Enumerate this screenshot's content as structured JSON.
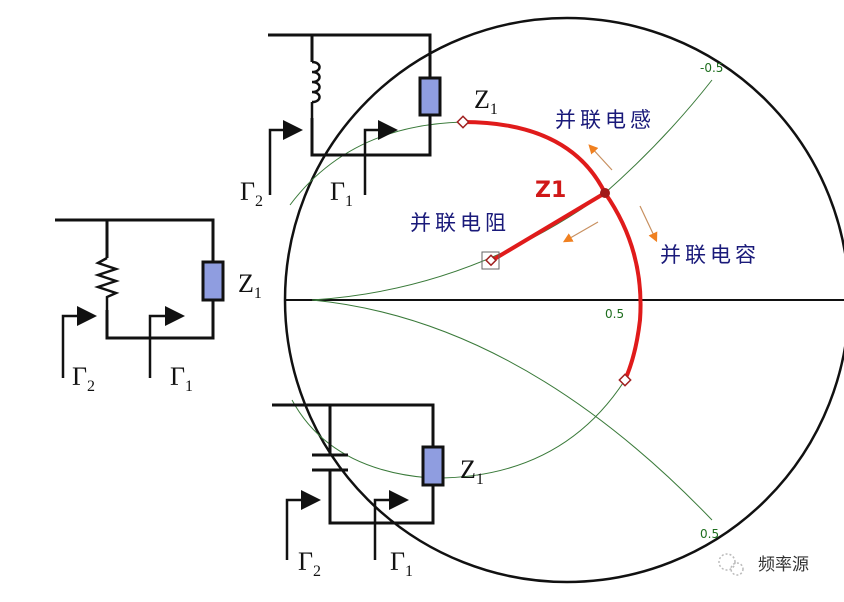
{
  "chart": {
    "ticks": {
      "top_right": "-0.5",
      "center_right": "0.5",
      "bottom_right": "0.5"
    },
    "point_label": "Z1",
    "annotations": {
      "shunt_inductor": "并联电感",
      "shunt_resistor": "并联电阻",
      "shunt_capacitor": "并联电容"
    },
    "colors": {
      "trace": "#e01b1b",
      "grid": "#3a7a3a",
      "arrow": "#f08020",
      "text": "#1a1a7a",
      "component": "#8f9de0"
    }
  },
  "circuits": {
    "top": {
      "gamma2": "Γ",
      "gamma2_sub": "2",
      "gamma1": "Γ",
      "gamma1_sub": "1",
      "z": "Z",
      "z_sub": "1",
      "element": "inductor"
    },
    "left": {
      "gamma2": "Γ",
      "gamma2_sub": "2",
      "gamma1": "Γ",
      "gamma1_sub": "1",
      "z": "Z",
      "z_sub": "1",
      "element": "resistor"
    },
    "bottom": {
      "gamma2": "Γ",
      "gamma2_sub": "2",
      "gamma1": "Γ",
      "gamma1_sub": "1",
      "z": "Z",
      "z_sub": "1",
      "element": "capacitor"
    }
  },
  "watermark": {
    "text": "频率源"
  }
}
